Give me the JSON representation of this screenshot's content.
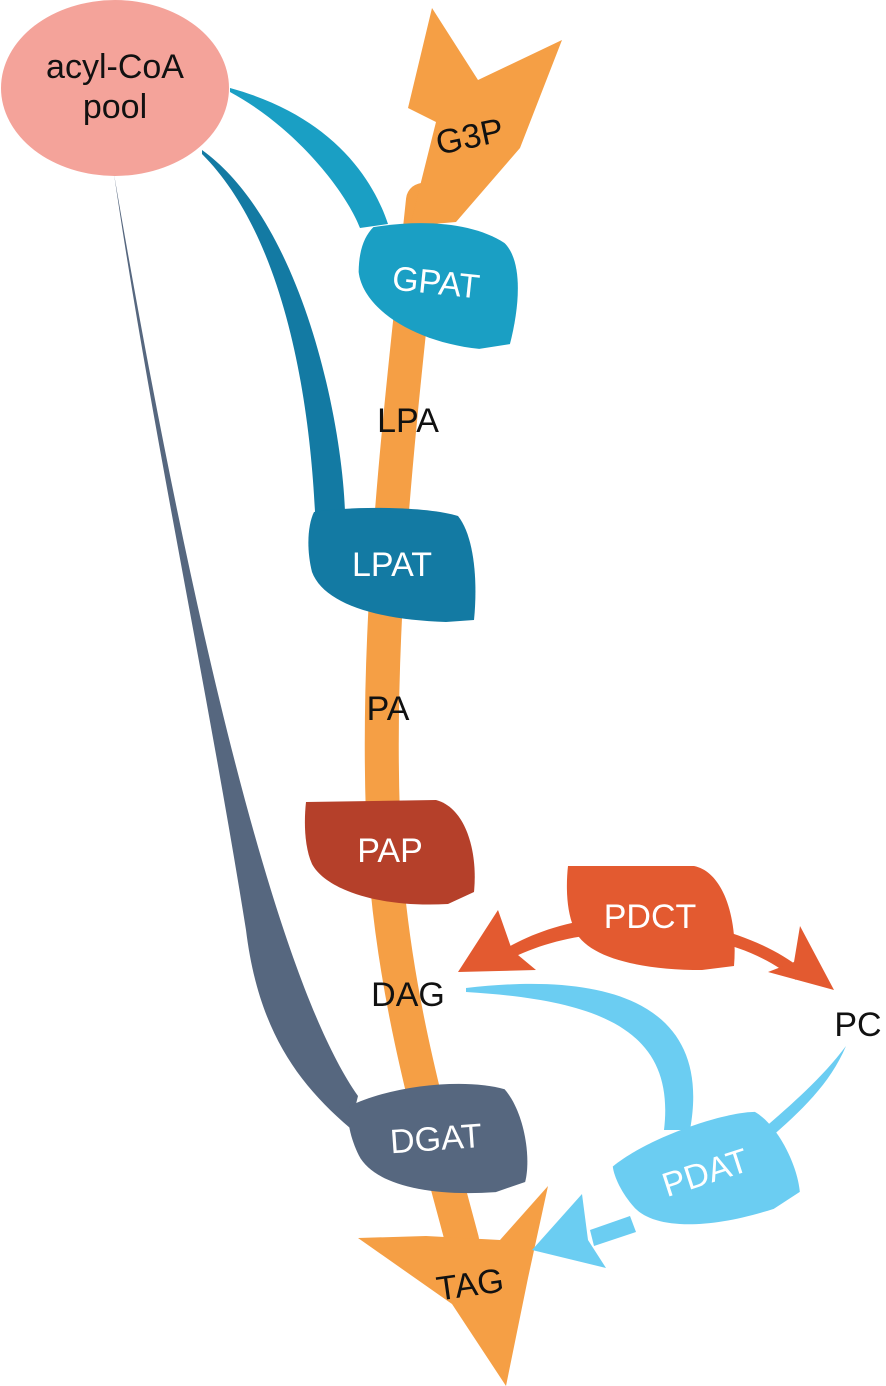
{
  "pool": {
    "line1": "acyl-CoA",
    "line2": "pool",
    "color": "#f4a39a"
  },
  "metabolites": {
    "g3p": "G3P",
    "lpa": "LPA",
    "pa": "PA",
    "dag": "DAG",
    "pc": "PC",
    "tag": "TAG"
  },
  "enzymes": {
    "gpat": {
      "label": "GPAT",
      "color": "#1a9fc4"
    },
    "lpat": {
      "label": "LPAT",
      "color": "#137aa3"
    },
    "pap": {
      "label": "PAP",
      "color": "#b5402a"
    },
    "pdct": {
      "label": "PDCT",
      "color": "#e35a30"
    },
    "dgat": {
      "label": "DGAT",
      "color": "#56677f"
    },
    "pdat": {
      "label": "PDAT",
      "color": "#6bcdf2"
    }
  },
  "colors": {
    "pathway": "#f59f45"
  }
}
